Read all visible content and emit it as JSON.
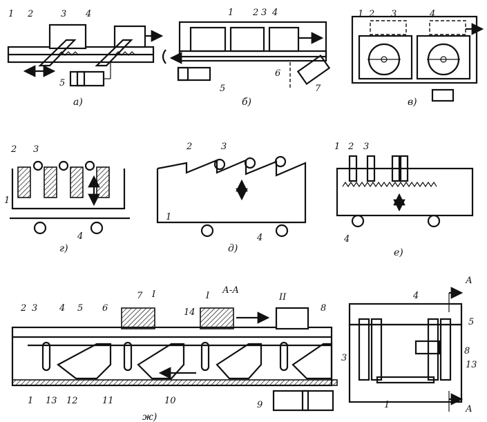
{
  "captions": {
    "a": "а)",
    "b": "б)",
    "v": "в)",
    "g": "г)",
    "d": "д)",
    "e": "е)",
    "zh": "ж)"
  },
  "section_label": "А-А",
  "section_marks": [
    "А",
    "А"
  ],
  "position_marks": [
    "I",
    "I",
    "II"
  ],
  "part_numbers": {
    "a": [
      "1",
      "2",
      "3",
      "4",
      "5"
    ],
    "b": [
      "1",
      "2",
      "3",
      "4",
      "5",
      "6",
      "7"
    ],
    "v": [
      "1",
      "2",
      "3",
      "4"
    ],
    "g": [
      "1",
      "2",
      "3",
      "4"
    ],
    "d": [
      "1",
      "2",
      "3",
      "4"
    ],
    "e": [
      "1",
      "2",
      "3",
      "4"
    ],
    "zh": [
      "1",
      "2",
      "3",
      "4",
      "5",
      "6",
      "7",
      "8",
      "9",
      "10",
      "11",
      "12",
      "13",
      "14"
    ],
    "section": [
      "1",
      "3",
      "4",
      "5",
      "8",
      "13"
    ]
  }
}
